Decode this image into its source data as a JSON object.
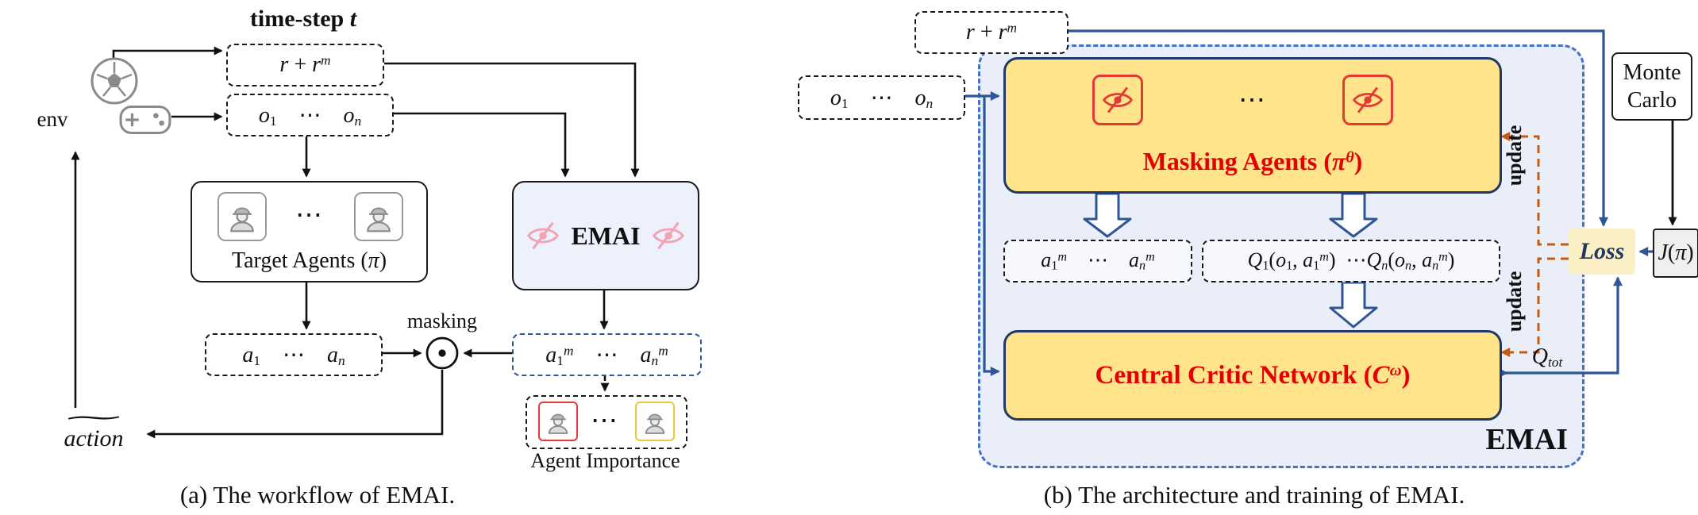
{
  "dots": "⋯",
  "colors": {
    "arrow_black": "#111111",
    "arrow_blue": "#2E5597",
    "arrow_orange": "#C55A11",
    "yellow_fill": "#FFE48C",
    "navy_border": "#1F3864",
    "container_fill": "#E9EEF9",
    "container_border": "#4472C4",
    "red_text": "#E50000",
    "pink_icon": "#F2A3B3",
    "red_icon": "#E53935",
    "loss_fill": "#FBEFC6"
  },
  "figure_a": {
    "timestep": [
      {
        "t": "time-step ",
        "s": "b"
      },
      {
        "t": "t",
        "s": "b i"
      }
    ],
    "env_label": "env",
    "reward": [
      {
        "t": "r",
        "s": "i"
      },
      {
        "t": " + ",
        "s": ""
      },
      {
        "t": "r",
        "s": "i"
      },
      {
        "t": "m",
        "s": "i sup"
      }
    ],
    "obs": [
      {
        "t": "o",
        "s": "i"
      },
      {
        "t": "1",
        "s": "sub"
      },
      {
        "t": "  ⋯  ",
        "s": ""
      },
      {
        "t": "o",
        "s": "i"
      },
      {
        "t": "n",
        "s": "i sub"
      }
    ],
    "target_agents": [
      {
        "t": "Target Agents (",
        "s": ""
      },
      {
        "t": "π",
        "s": "i"
      },
      {
        "t": ")",
        "s": ""
      }
    ],
    "emai": "EMAI",
    "actions": [
      {
        "t": "a",
        "s": "i"
      },
      {
        "t": "1",
        "s": "sub"
      },
      {
        "t": "  ⋯  ",
        "s": ""
      },
      {
        "t": "a",
        "s": "i"
      },
      {
        "t": "n",
        "s": "i sub"
      }
    ],
    "masking": "masking",
    "masked_actions": [
      {
        "t": "a",
        "s": "i"
      },
      {
        "t": "1",
        "s": "sub"
      },
      {
        "t": "m",
        "s": "i sup"
      },
      {
        "t": "  ⋯  ",
        "s": ""
      },
      {
        "t": "a",
        "s": "i"
      },
      {
        "t": "n",
        "s": "i sub"
      },
      {
        "t": "m",
        "s": "i sup"
      }
    ],
    "agent_importance": "Agent Importance",
    "action_tilde": "∼",
    "action_word": "action",
    "caption": "(a) The workflow of EMAI."
  },
  "figure_b": {
    "reward": [
      {
        "t": "r",
        "s": "i"
      },
      {
        "t": " + ",
        "s": ""
      },
      {
        "t": "r",
        "s": "i"
      },
      {
        "t": "m",
        "s": "i sup"
      }
    ],
    "obs": [
      {
        "t": "o",
        "s": "i"
      },
      {
        "t": "1",
        "s": "sub"
      },
      {
        "t": "  ⋯  ",
        "s": ""
      },
      {
        "t": "o",
        "s": "i"
      },
      {
        "t": "n",
        "s": "i sub"
      }
    ],
    "container_label": "EMAI",
    "masking_agents": [
      {
        "t": "Masking Agents (",
        "s": "b"
      },
      {
        "t": "π",
        "s": "b i"
      },
      {
        "t": "θ",
        "s": "b i sup"
      },
      {
        "t": ")",
        "s": "b"
      }
    ],
    "masked_actions": [
      {
        "t": "a",
        "s": "i"
      },
      {
        "t": "1",
        "s": "sub"
      },
      {
        "t": "m",
        "s": "i sup"
      },
      {
        "t": "  ⋯  ",
        "s": ""
      },
      {
        "t": "a",
        "s": "i"
      },
      {
        "t": "n",
        "s": "i sub"
      },
      {
        "t": "m",
        "s": "i sup"
      }
    ],
    "q_values": [
      {
        "t": "Q",
        "s": "i"
      },
      {
        "t": "1",
        "s": "sub"
      },
      {
        "t": "(",
        "s": ""
      },
      {
        "t": "o",
        "s": "i"
      },
      {
        "t": "1",
        "s": "sub"
      },
      {
        "t": ", ",
        "s": ""
      },
      {
        "t": "a",
        "s": "i"
      },
      {
        "t": "1",
        "s": "sub"
      },
      {
        "t": "m",
        "s": "i sup"
      },
      {
        "t": ")",
        "s": ""
      },
      {
        "t": " ⋯",
        "s": ""
      },
      {
        "t": "Q",
        "s": "i"
      },
      {
        "t": "n",
        "s": "i sub"
      },
      {
        "t": "(",
        "s": ""
      },
      {
        "t": "o",
        "s": "i"
      },
      {
        "t": "n",
        "s": "i sub"
      },
      {
        "t": ", ",
        "s": ""
      },
      {
        "t": "a",
        "s": "i"
      },
      {
        "t": "n",
        "s": "i sub"
      },
      {
        "t": "m",
        "s": "i sup"
      },
      {
        "t": ")",
        "s": ""
      }
    ],
    "critic": [
      {
        "t": "Central Critic Network (",
        "s": "b"
      },
      {
        "t": "C",
        "s": "b i"
      },
      {
        "t": "ω",
        "s": "b i sup"
      },
      {
        "t": ")",
        "s": "b"
      }
    ],
    "q_tot": [
      {
        "t": "Q",
        "s": "i"
      },
      {
        "t": "tot",
        "s": "i sub"
      }
    ],
    "loss": [
      {
        "t": "Loss",
        "s": "b i"
      }
    ],
    "monte_carlo": "Monte Carlo",
    "j_pi": [
      {
        "t": "J",
        "s": "i"
      },
      {
        "t": "(",
        "s": ""
      },
      {
        "t": "π",
        "s": "i"
      },
      {
        "t": ")",
        "s": ""
      }
    ],
    "update": "update",
    "caption": "(b) The architecture and training of EMAI."
  }
}
